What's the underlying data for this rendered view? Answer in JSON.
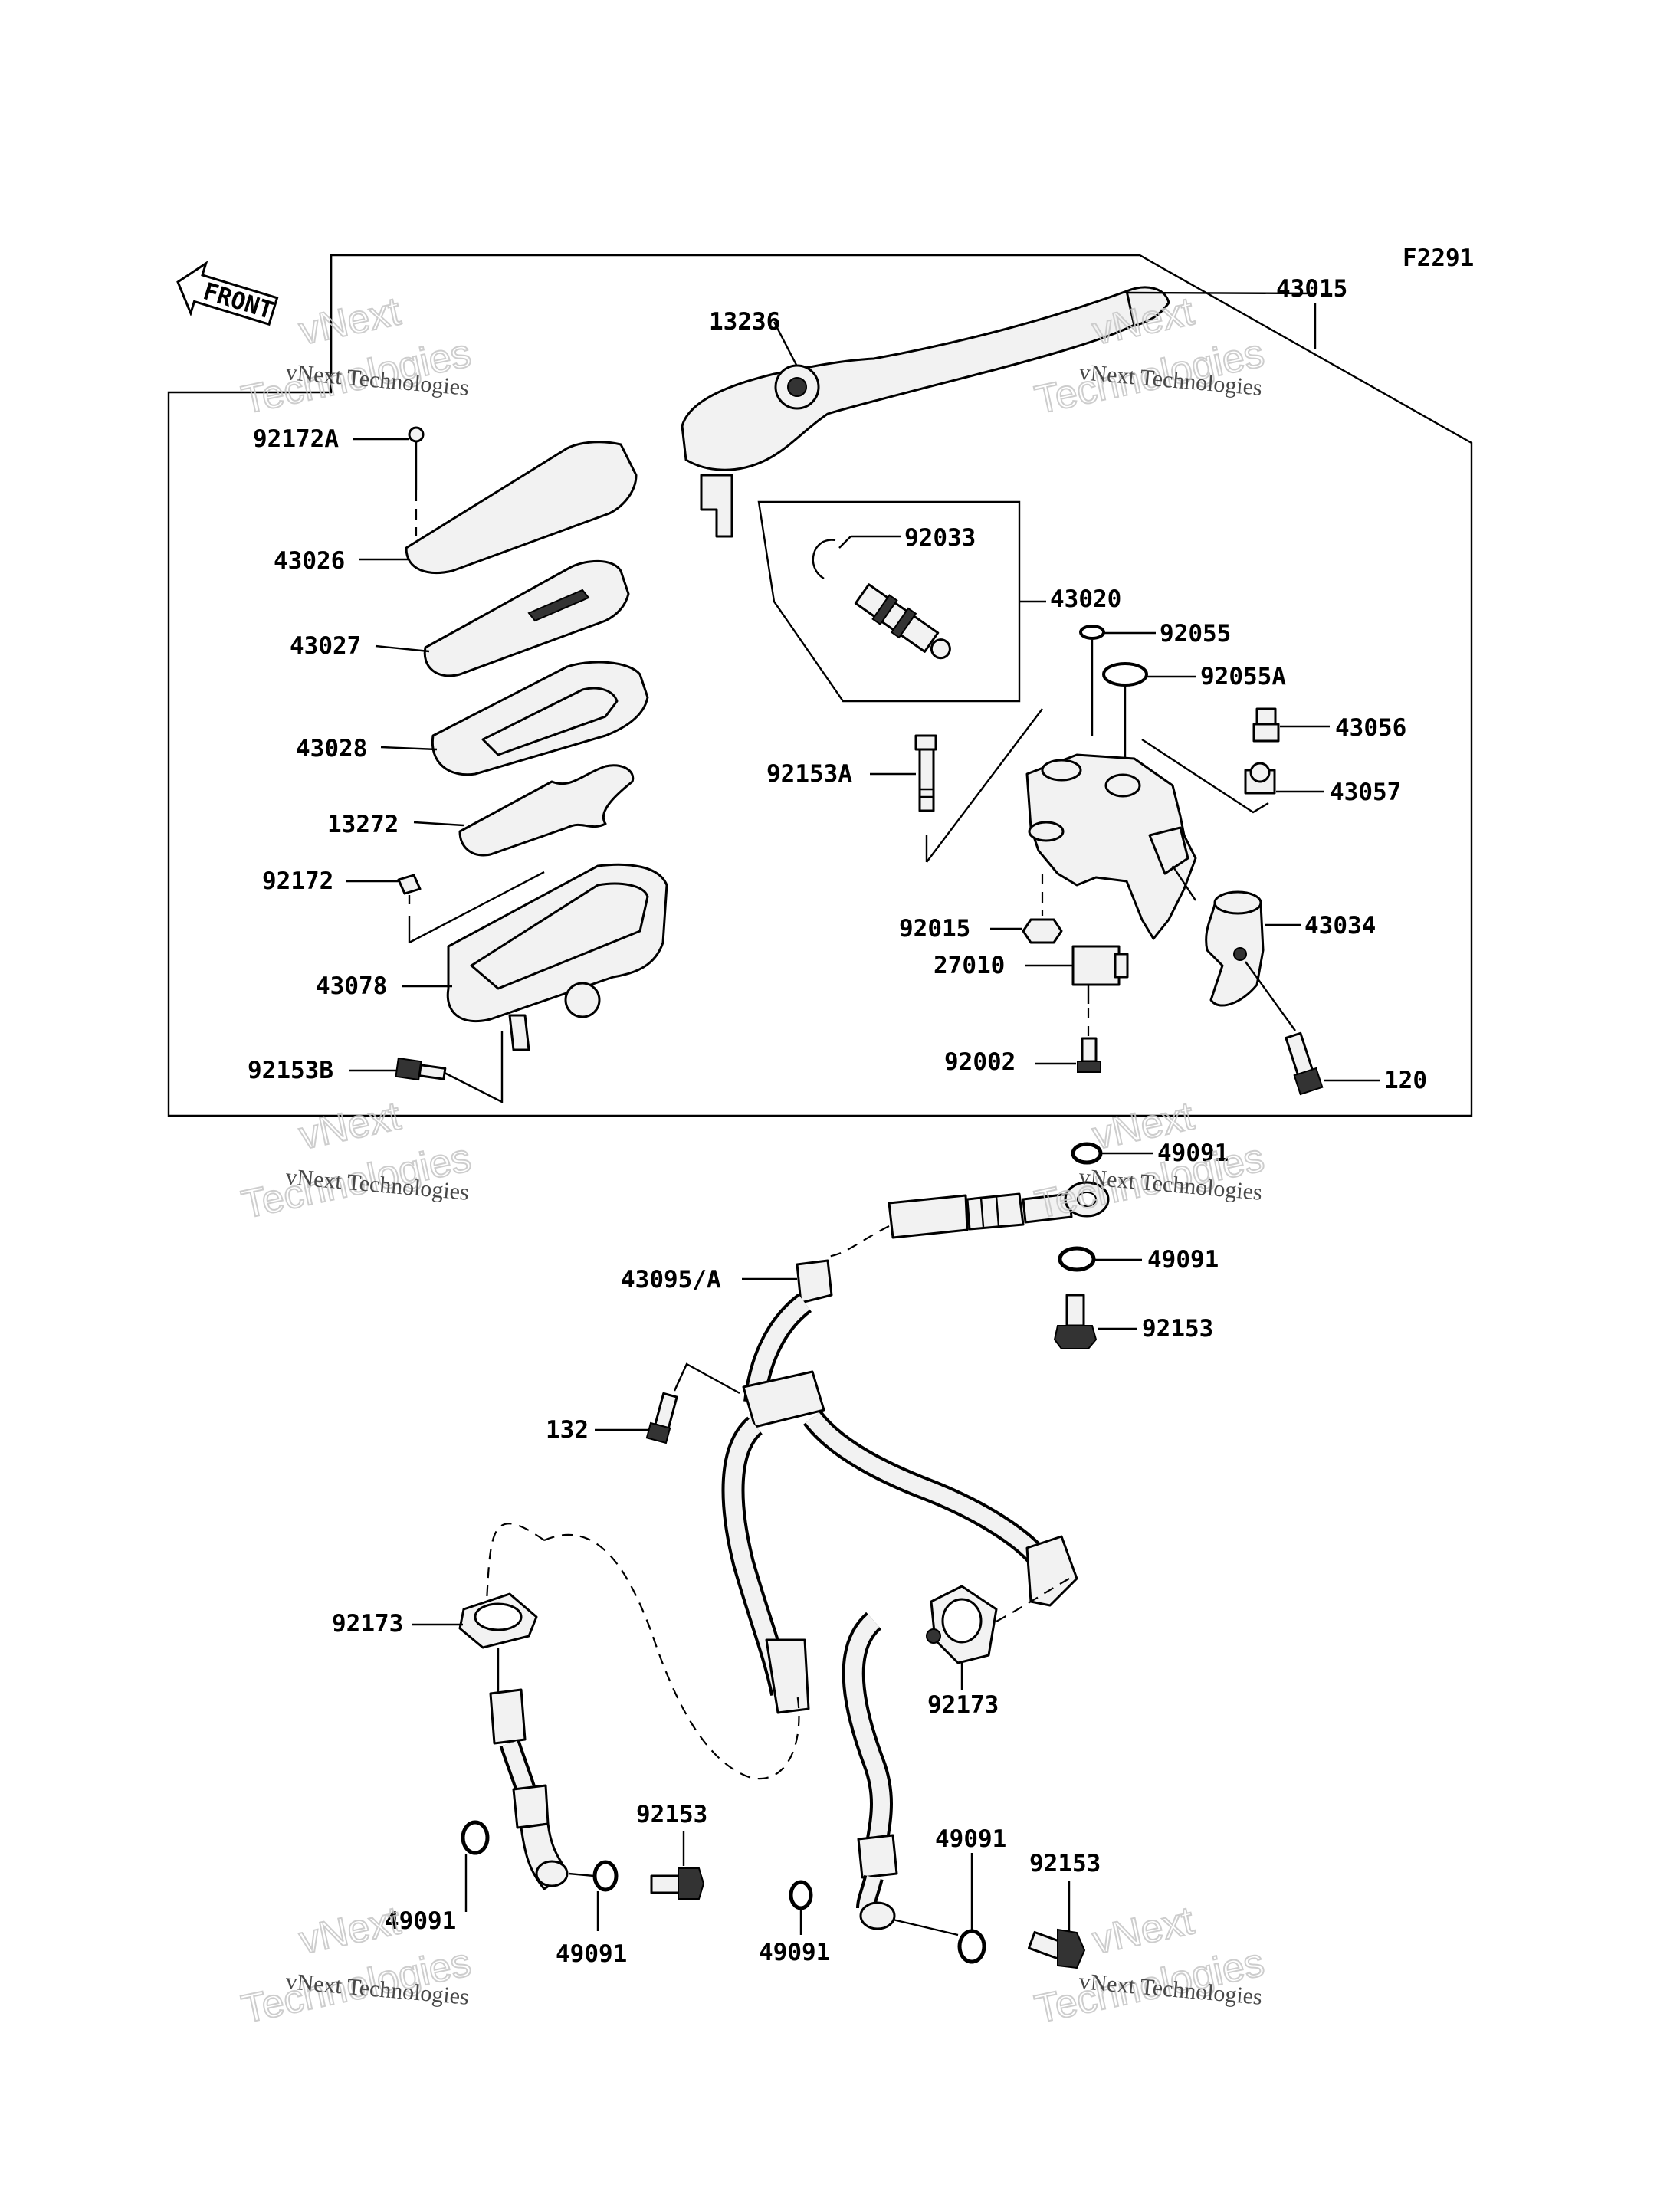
{
  "figure_code": "F2291",
  "front_label": "FRONT",
  "watermark": {
    "line1": "vNext Technologies",
    "line2": "vNext",
    "line3": "Technologies"
  },
  "callouts": {
    "p43015": "43015",
    "p13236": "13236",
    "p92172A": "92172A",
    "p43026": "43026",
    "p43027": "43027",
    "p43028": "43028",
    "p13272": "13272",
    "p92172": "92172",
    "p43078": "43078",
    "p92153B": "92153B",
    "p92033": "92033",
    "p43020": "43020",
    "p92055": "92055",
    "p92055A": "92055A",
    "p43056": "43056",
    "p43057": "43057",
    "p92153A": "92153A",
    "p92015": "92015",
    "p27010": "27010",
    "p92002": "92002",
    "p43034": "43034",
    "p120": "120",
    "p49091_a": "49091",
    "p49091_b": "49091",
    "p92153_a": "92153",
    "p43095A": "43095/A",
    "p132": "132",
    "p92173_l": "92173",
    "p92173_r": "92173",
    "p92153_b": "92153",
    "p49091_c": "49091",
    "p49091_d": "49091",
    "p49091_e": "49091",
    "p49091_f": "49091",
    "p92153_c": "92153"
  }
}
